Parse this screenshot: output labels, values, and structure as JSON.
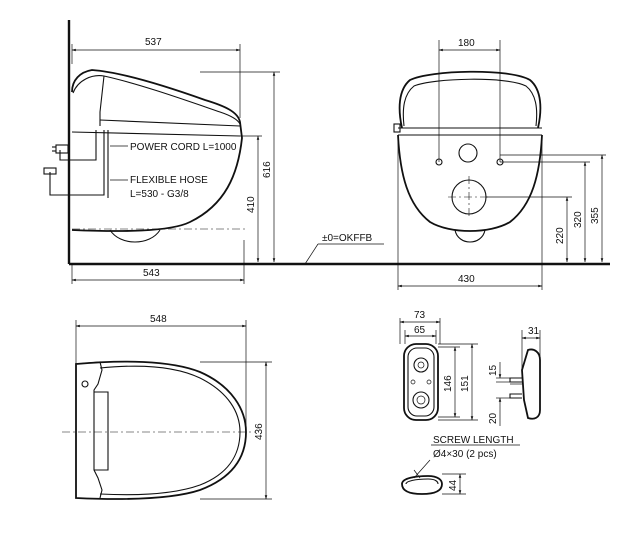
{
  "side_view": {
    "dim_top": "537",
    "dim_height_total": "616",
    "dim_height_seat": "410",
    "dim_bottom": "543",
    "power_cord_label": "POWER CORD L=1000",
    "flexible_hose_label": "FLEXIBLE HOSE",
    "flexible_hose_spec": "L=530 - G3/8",
    "floor_label": "±0=OKFFB"
  },
  "rear_view": {
    "dim_top": "180",
    "dim_220": "220",
    "dim_320": "320",
    "dim_355": "355",
    "dim_bottom": "430"
  },
  "top_view": {
    "dim_top": "548",
    "dim_side": "436"
  },
  "remote_front": {
    "dim_73": "73",
    "dim_65": "65",
    "dim_146": "146",
    "dim_151": "151"
  },
  "remote_side": {
    "dim_31": "31",
    "dim_15": "15",
    "dim_20": "20"
  },
  "screw": {
    "title": "SCREW LENGTH",
    "spec": "Ø4×30 (2 pcs)",
    "dim_44": "44"
  }
}
